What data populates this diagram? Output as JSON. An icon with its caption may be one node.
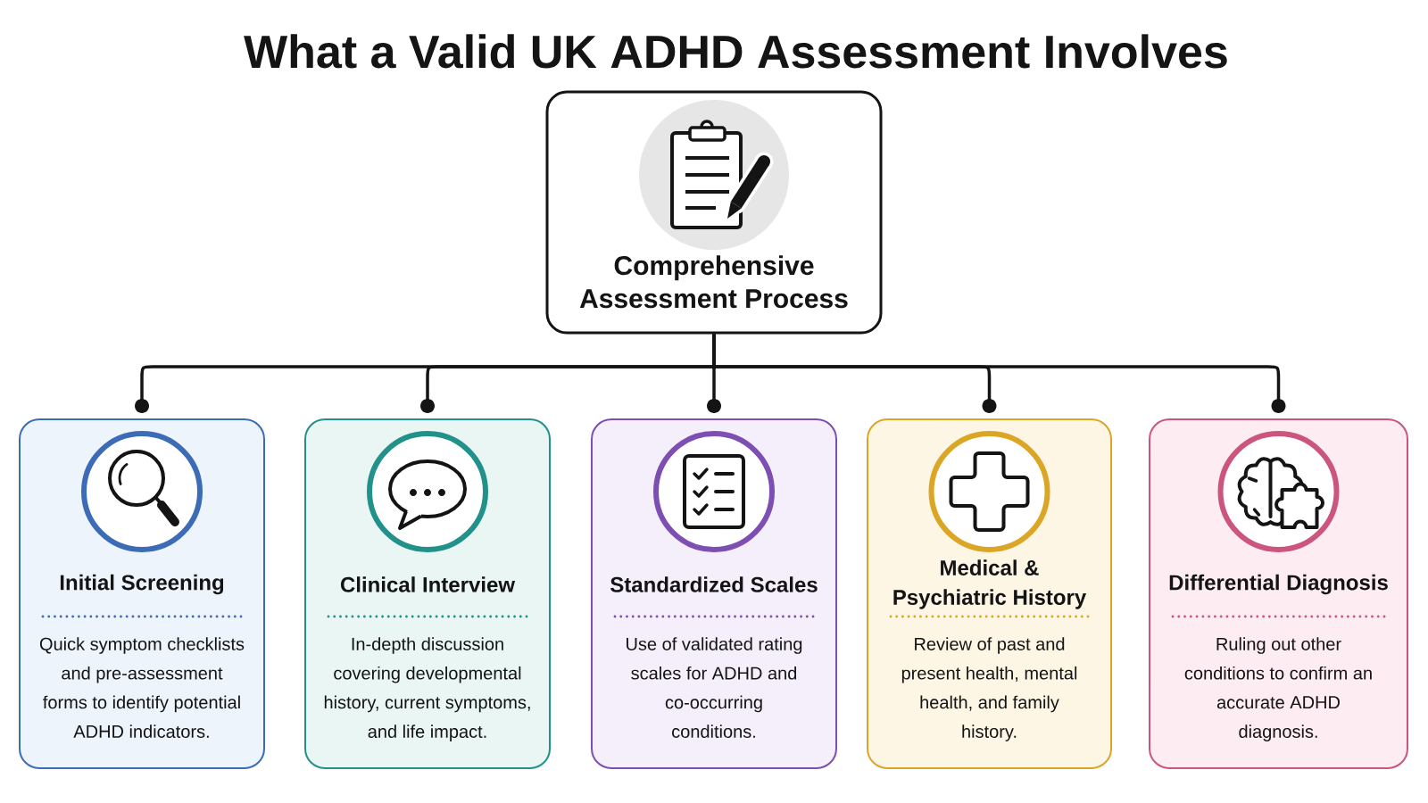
{
  "diagram": {
    "title": "What a Valid UK ADHD Assessment Involves",
    "nodes": [
      {
        "text": [
          "Comprehensive Assessment Process"
        ]
      },
      {
        "text": [
          "Initial Screening",
          "Quick symptom checklists and pre-assessment forms to identify potential ADHD indicators."
        ]
      },
      {
        "text": [
          "Clinical Interview",
          "In-depth discussion covering developmental history, current symptoms, and life impact."
        ]
      },
      {
        "text": [
          "Standardized Scales",
          "Use of validated rating scales for ADHD and co-occurring conditions."
        ]
      },
      {
        "text": [
          "Medical & Psychiatric History",
          "Review of past and present health, mental health, and family history."
        ]
      },
      {
        "text": [
          "Differential Diagnosis",
          "Ruling out other conditions to confirm an accurate ADHD diagnosis."
        ]
      }
    ],
    "edges": [
      {
        "from": 0,
        "to": 1,
        "arrow": "other"
      },
      {
        "from": 0,
        "to": 2,
        "arrow": "other"
      },
      {
        "from": 0,
        "to": 3,
        "arrow": "other"
      },
      {
        "from": 0,
        "to": 4,
        "arrow": "other"
      },
      {
        "from": 0,
        "to": 5,
        "arrow": "other"
      }
    ]
  }
}
